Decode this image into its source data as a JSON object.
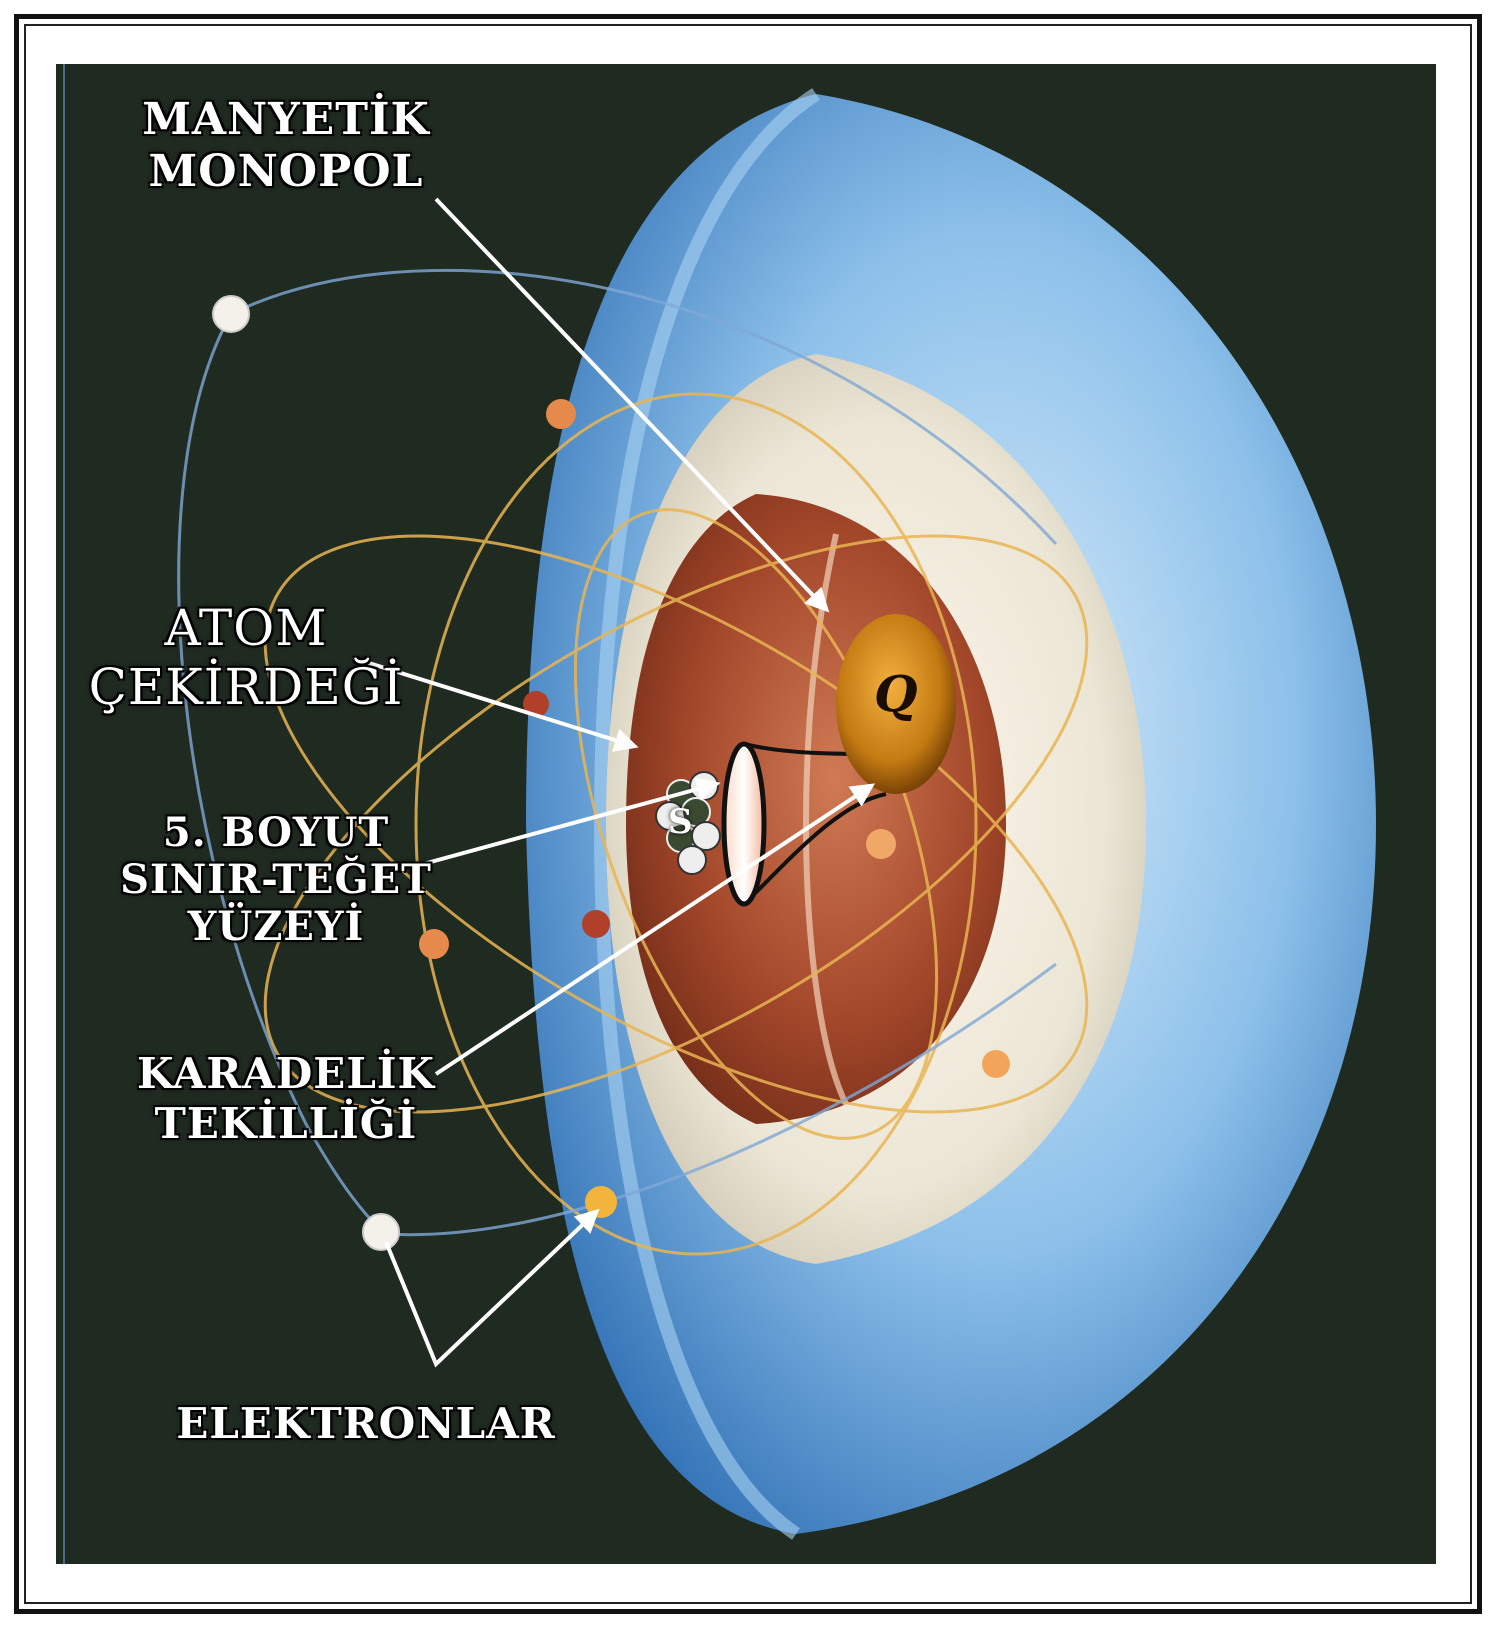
{
  "labels": {
    "monopole": [
      "MANYETİK",
      "MONOPOL"
    ],
    "nucleus": [
      "ATOM",
      "ÇEKİRDEĞİ"
    ],
    "fifth_dimension": [
      "5. BOYUT",
      "SINIR-TEĞET",
      "YÜZEYİ"
    ],
    "black_hole": [
      "KARADELİK",
      "TEKİLLİĞİ"
    ],
    "electrons": "ELEKTRONLAR"
  },
  "symbols": {
    "monopole_letter": "Q",
    "singularity_letter": "S"
  },
  "colors": {
    "background": "#1f2a20",
    "outer_shell": "#7fb3e0",
    "inner_shell": "#e8e4d6",
    "core": "#a84a2a",
    "monopole": "#d48a1e",
    "orbit": "#f0c060"
  }
}
